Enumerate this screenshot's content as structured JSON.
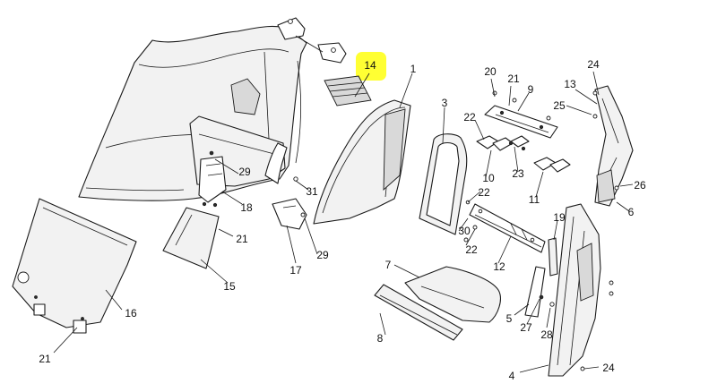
{
  "diagram": {
    "highlight_color": "#ffff33",
    "callouts": [
      {
        "id": "c14",
        "label": "14",
        "highlighted": true
      },
      {
        "id": "c1",
        "label": "1"
      },
      {
        "id": "c3",
        "label": "3"
      },
      {
        "id": "c20",
        "label": "20"
      },
      {
        "id": "c21a",
        "label": "21"
      },
      {
        "id": "c9",
        "label": "9"
      },
      {
        "id": "c24a",
        "label": "24"
      },
      {
        "id": "c13",
        "label": "13"
      },
      {
        "id": "c25",
        "label": "25"
      },
      {
        "id": "c22a",
        "label": "22"
      },
      {
        "id": "c10",
        "label": "10"
      },
      {
        "id": "c23",
        "label": "23"
      },
      {
        "id": "c11",
        "label": "11"
      },
      {
        "id": "c26",
        "label": "26"
      },
      {
        "id": "c6",
        "label": "6"
      },
      {
        "id": "c29a",
        "label": "29"
      },
      {
        "id": "c31",
        "label": "31"
      },
      {
        "id": "c18",
        "label": "18"
      },
      {
        "id": "c22b",
        "label": "22"
      },
      {
        "id": "c21b",
        "label": "21"
      },
      {
        "id": "c30",
        "label": "30"
      },
      {
        "id": "c29b",
        "label": "29"
      },
      {
        "id": "c22c",
        "label": "22"
      },
      {
        "id": "c19",
        "label": "19"
      },
      {
        "id": "c15",
        "label": "15"
      },
      {
        "id": "c17",
        "label": "17"
      },
      {
        "id": "c12",
        "label": "12"
      },
      {
        "id": "c7",
        "label": "7"
      },
      {
        "id": "c16",
        "label": "16"
      },
      {
        "id": "c5",
        "label": "5"
      },
      {
        "id": "c27",
        "label": "27"
      },
      {
        "id": "c28",
        "label": "28"
      },
      {
        "id": "c8",
        "label": "8"
      },
      {
        "id": "c21c",
        "label": "21"
      },
      {
        "id": "c4",
        "label": "4"
      },
      {
        "id": "c24b",
        "label": "24"
      }
    ]
  }
}
